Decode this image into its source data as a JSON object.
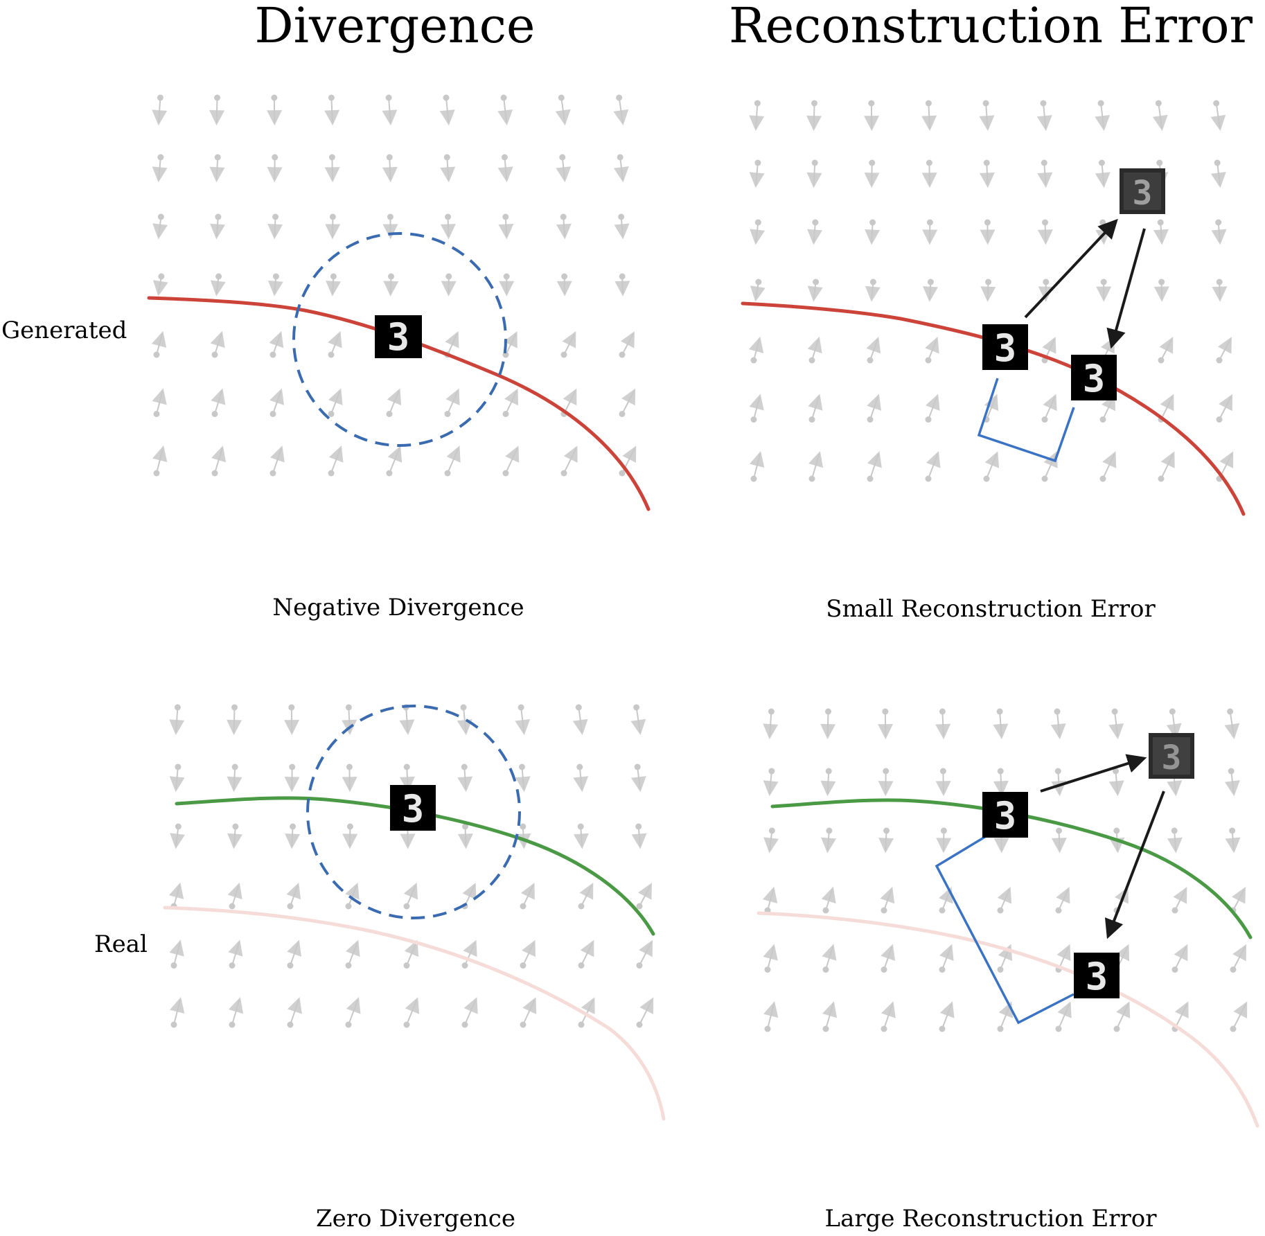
{
  "columns": {
    "left_title": "Divergence",
    "right_title": "Reconstruction Error"
  },
  "rows": {
    "top_label": "Generated",
    "bottom_label": "Real"
  },
  "panels": {
    "top_left": {
      "caption": "Negative Divergence",
      "digit": "3",
      "curve_color": "#cc4439"
    },
    "top_right": {
      "caption": "Small Reconstruction Error",
      "digit": "3",
      "curve_color": "#cc4439"
    },
    "bottom_left": {
      "caption": "Zero Divergence",
      "digit": "3",
      "curve_color": "#4a9a45"
    },
    "bottom_right": {
      "caption": "Large Reconstruction Error",
      "digit": "3",
      "curve_color": "#4a9a45"
    }
  },
  "colors": {
    "dashed_circle": "#3a6bb0",
    "projection_line": "#3a72c4",
    "arrow_black": "#1a1a1a",
    "vector_field": "#c8c8c8",
    "faded_curve": "#f6dcd9"
  }
}
